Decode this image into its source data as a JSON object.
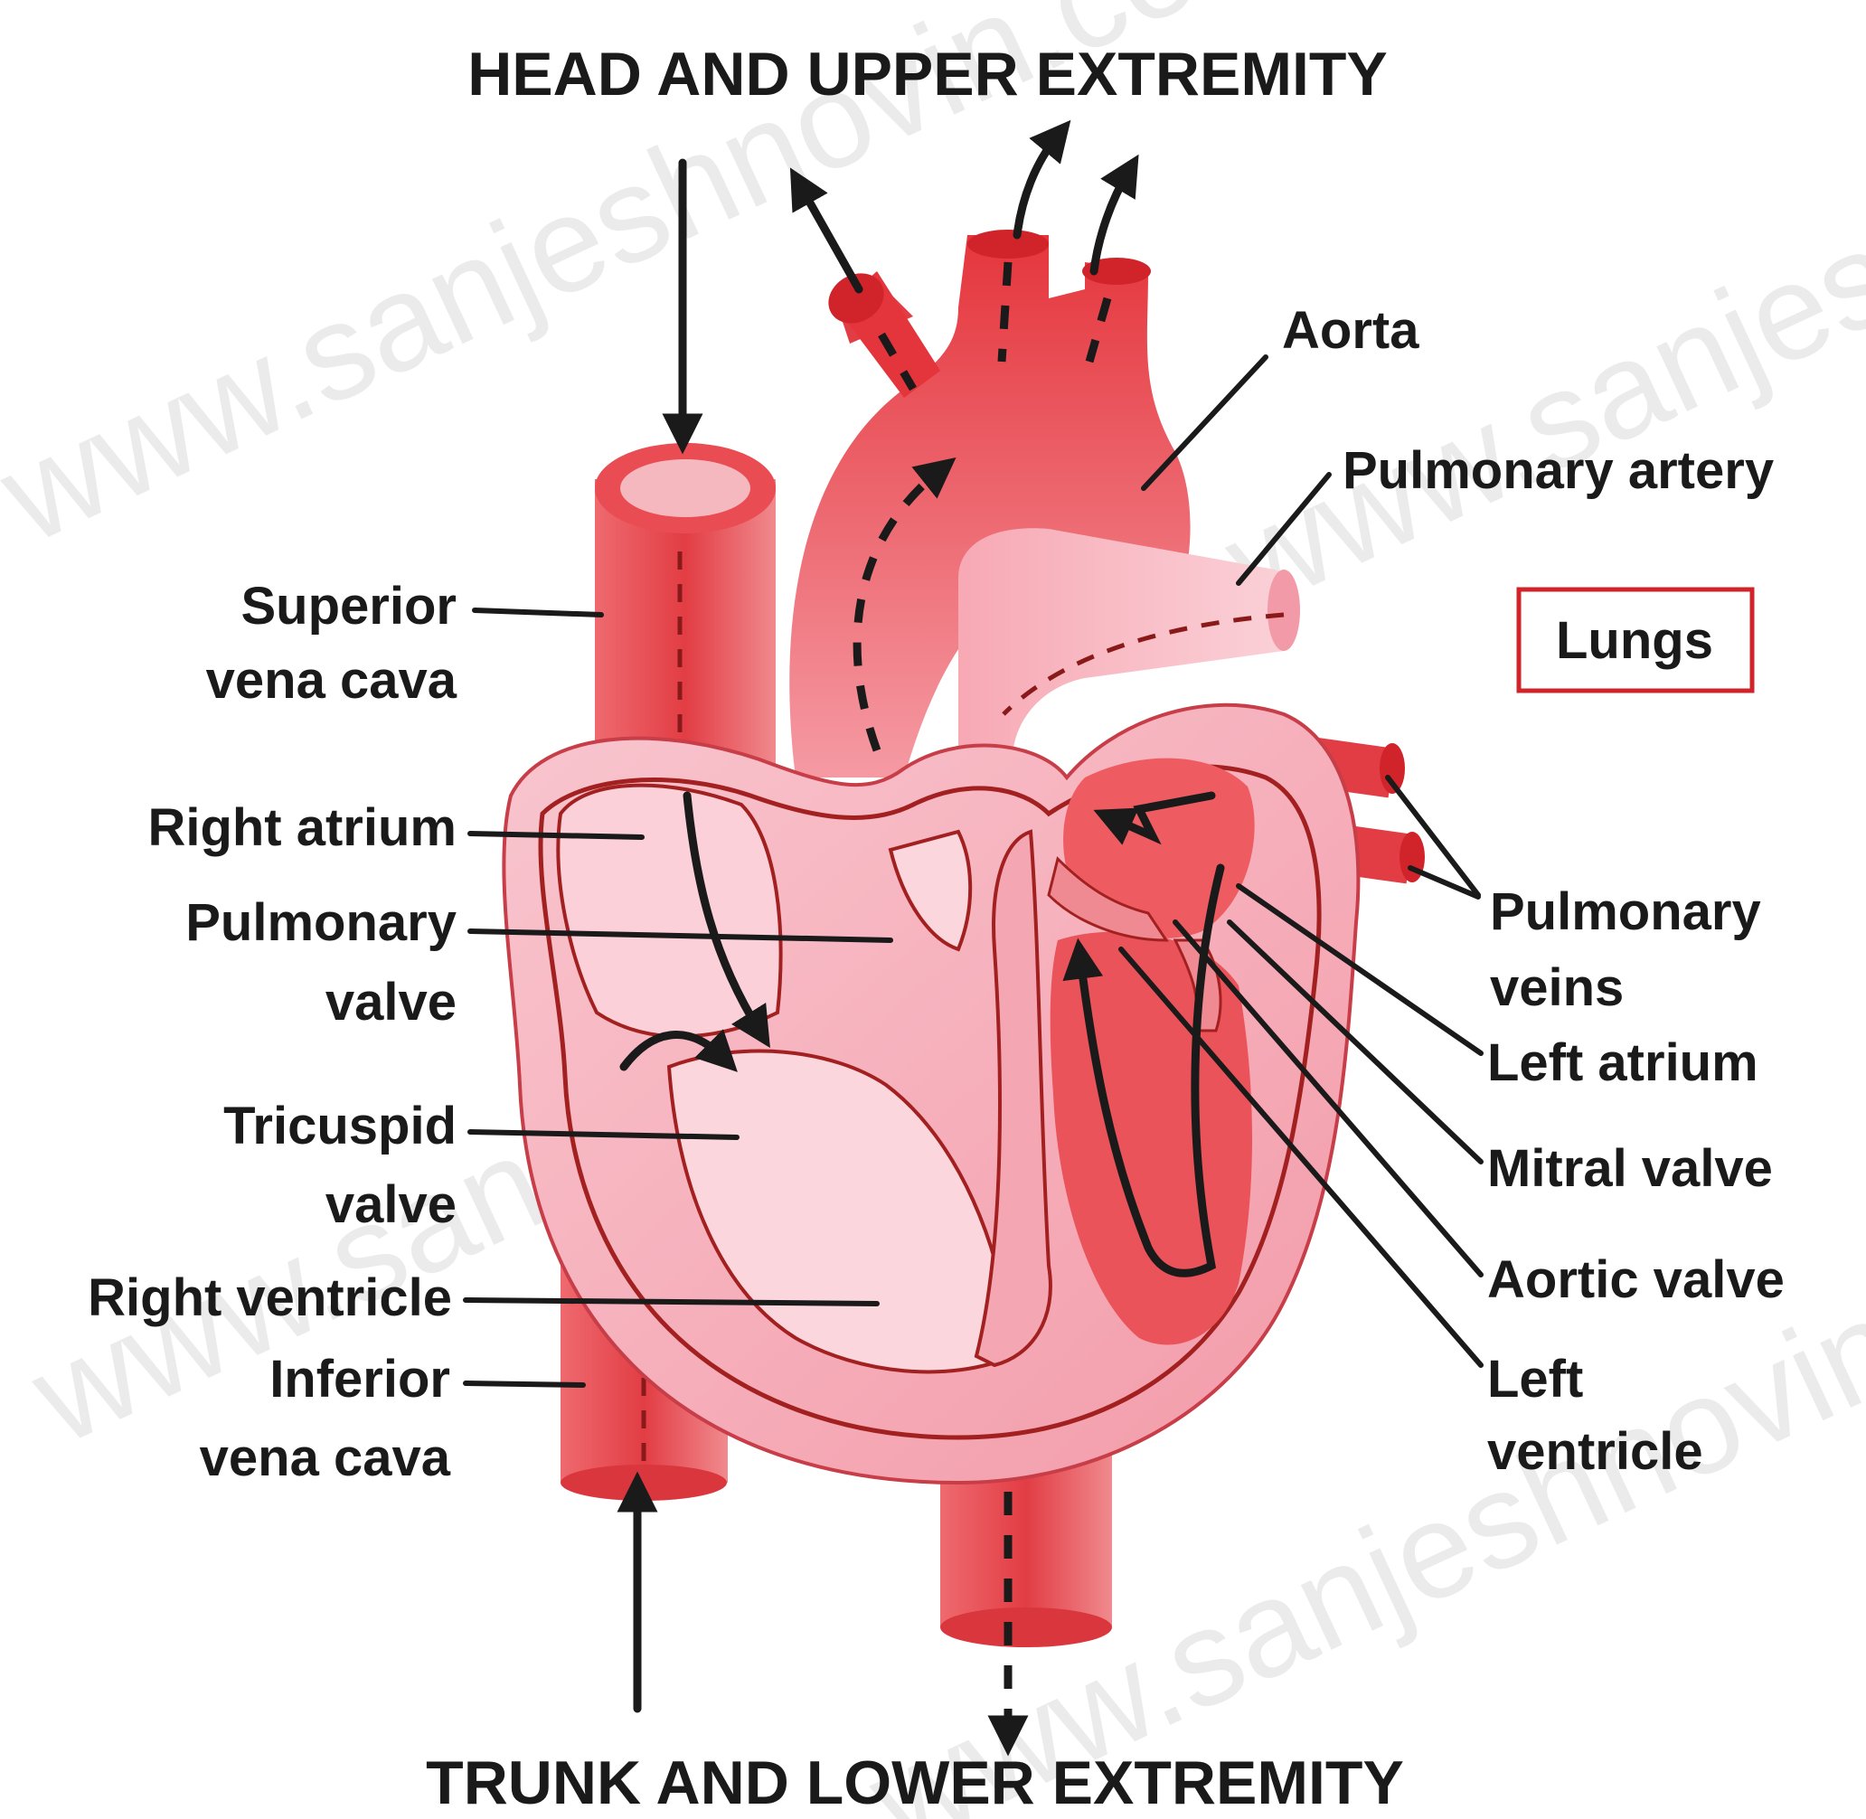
{
  "titles": {
    "top": "HEAD AND UPPER EXTREMITY",
    "bottom": "TRUNK AND LOWER EXTREMITY"
  },
  "labels_left": {
    "superior_vena_cava": [
      "Superior",
      "vena cava"
    ],
    "right_atrium": "Right atrium",
    "pulmonary_valve": [
      "Pulmonary",
      "valve"
    ],
    "tricuspid_valve": [
      "Tricuspid",
      "valve"
    ],
    "right_ventricle": "Right ventricle",
    "inferior_vena_cava": [
      "Inferior",
      "vena cava"
    ]
  },
  "labels_right": {
    "aorta": "Aorta",
    "pulmonary_artery": "Pulmonary artery",
    "lungs": "Lungs",
    "pulmonary_veins": [
      "Pulmonary",
      "veins"
    ],
    "left_atrium": "Left atrium",
    "mitral_valve": "Mitral valve",
    "aortic_valve": "Aortic valve",
    "left_ventricle": [
      "Left",
      "ventricle"
    ]
  },
  "watermark": "www.sanjeshnovin.com",
  "colors": {
    "vessel_red": "#e8474c",
    "heart_pink": "#f7b5c0",
    "heart_light": "#fbd6dd",
    "chamber_red": "#ee5c62",
    "outline": "#a32020",
    "lungs_box": "#d1242a",
    "text": "#1a1a1a"
  }
}
